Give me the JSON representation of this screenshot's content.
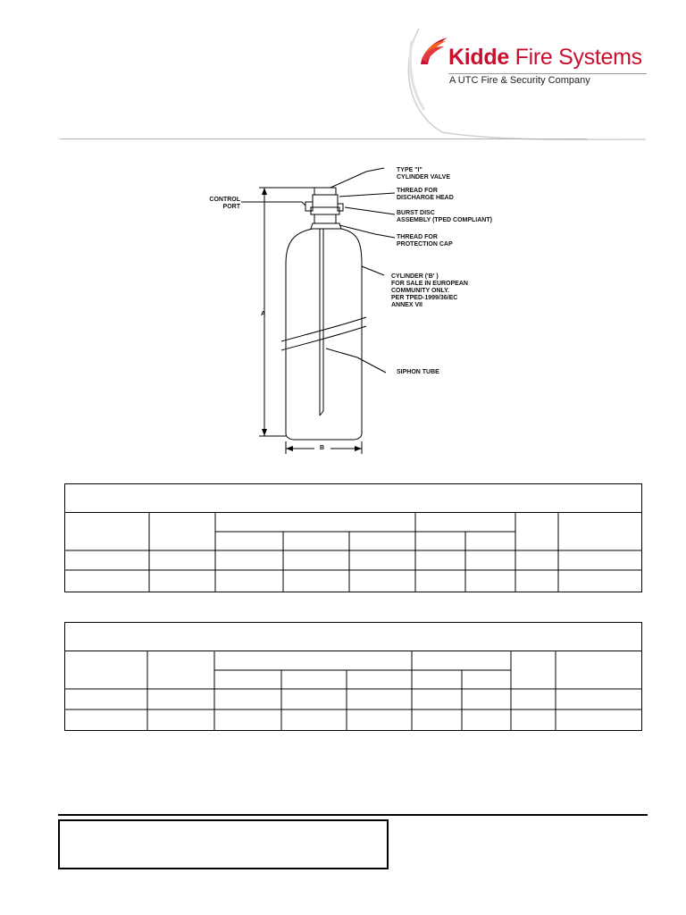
{
  "logo": {
    "brand_bold": "Kidde",
    "brand_rest": " Fire Systems",
    "tagline": "A UTC Fire & Security Company",
    "brand_color": "#c8102e",
    "accent_color": "#f26522"
  },
  "diagram": {
    "labels": {
      "valve": "TYPE \"I\"\nCYLINDER VALVE",
      "thread_discharge": "THREAD FOR\nDISCHARGE HEAD",
      "burst_disc": "BURST DISC\nASSEMBLY (TPED COMPLIANT)",
      "thread_cap": "THREAD FOR\nPROTECTION CAP",
      "cylinder": "CYLINDER ('B' )\nFOR SALE IN EUROPEAN\nCOMMUNITY ONLY.\nPER TPED-1999/36/EC\nANNEX VII",
      "siphon": "SIPHON TUBE",
      "control_port": "CONTROL\nPORT",
      "dim_a": "A",
      "dim_b": "B"
    }
  }
}
